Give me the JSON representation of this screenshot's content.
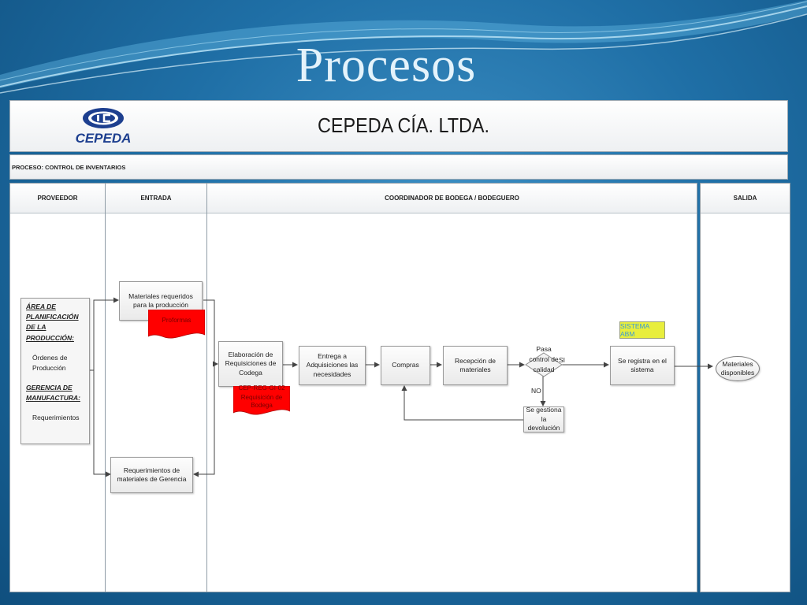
{
  "slide": {
    "title": "Procesos"
  },
  "header": {
    "company": "CEPEDA CÍA. LTDA.",
    "logo_text": "CEPEDA"
  },
  "process": {
    "label": "PROCESO: CONTROL DE INVENTARIOS"
  },
  "lanes": {
    "proveedor": "PROVEEDOR",
    "entrada": "ENTRADA",
    "coordinador": "COORDINADOR DE BODEGA / BODEGUERO",
    "salida": "SALIDA"
  },
  "source": {
    "area_title": "ÁREA DE PLANIFICACIÓN DE LA PRODUCCIÓN:",
    "area_item": "Órdenes de Producción",
    "gerencia_title": "GERENCIA DE MANUFACTURA:",
    "gerencia_item": "Requerimientos"
  },
  "nodes": {
    "materiales_requeridos": "Materiales requeridos para la producción",
    "proformas": "Proformas",
    "requerimientos_gerencia": "Requerimientos de materiales de Gerencia",
    "elaboracion": "Elaboración de Requisiciones de Codega",
    "codigo_doc": "CEP-REG-GI-02",
    "requisicion_doc": "Requisición de Bodega",
    "entrega": "Entrega a Adquisiciones las necesidades",
    "compras": "Compras",
    "recepcion": "Recepción de materiales",
    "decision": "Pasa control de calidad",
    "si": "SI",
    "no": "NO",
    "devolucion": "Se gestiona la devolución",
    "sistema_abm": "SISTEMA ABM",
    "registro": "Se registra en el sistema",
    "materiales_disponibles": "Materiales disponibles"
  },
  "colors": {
    "document_fill": "#ff0000",
    "sistema_fill": "#e8ee3d",
    "sistema_text": "#3a9ad6"
  }
}
